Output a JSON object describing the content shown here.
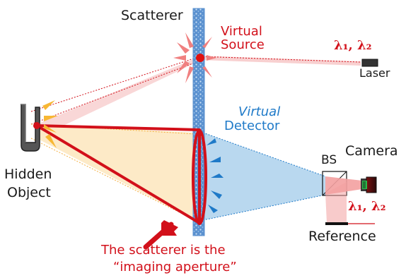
{
  "labels": {
    "scatterer": "Scatterer",
    "virtual_source_line1": "Virtual",
    "virtual_source_line2": "Source",
    "laser": "Laser",
    "wavelengths_top": "λ₁, λ₂",
    "virtual_detector_line1": "Virtual",
    "virtual_detector_line2": "Detector",
    "bs": "BS",
    "camera": "Camera",
    "wavelengths_bottom": "λ₁, λ₂",
    "reference": "Reference",
    "hidden_object_line1": "Hidden",
    "hidden_object_line2": "Object",
    "caption_line1": "The scatterer is the",
    "caption_line2": "“imaging aperture”"
  },
  "colors": {
    "red": "#d2101a",
    "blue": "#1f7ac8",
    "scatterer": "#6fa3d8",
    "orange_fill": "#fde9c4",
    "pink_fill": "#f8d0d0",
    "blue_fill": "#b9d8ef",
    "arrow_yellow": "#f7b733"
  }
}
